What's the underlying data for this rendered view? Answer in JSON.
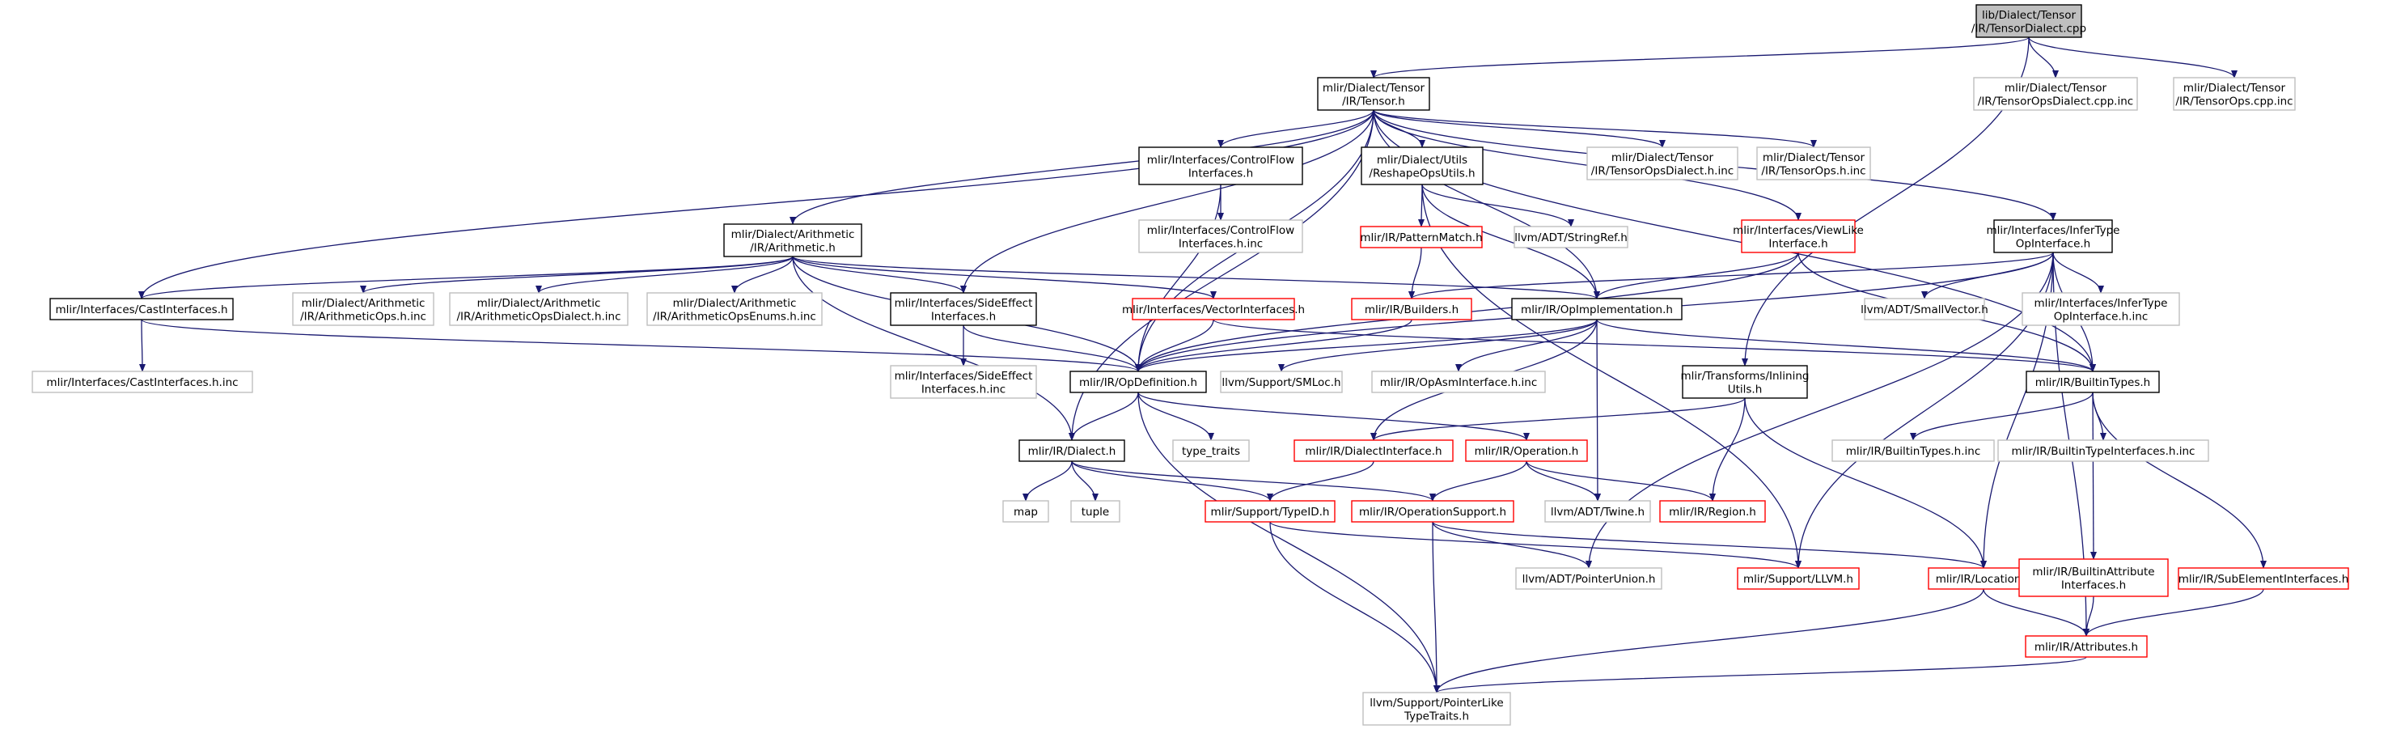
{
  "styles": {
    "root": {
      "fill": "#bfbfbf",
      "stroke": "#000000"
    },
    "normal": {
      "fill": "#ffffff",
      "stroke": "#000000"
    },
    "red": {
      "fill": "#ffffff",
      "stroke": "#ff0000"
    },
    "gray": {
      "fill": "#ffffff",
      "stroke": "#bfbfbf"
    },
    "edge_color": "#191970"
  },
  "nodes": [
    {
      "id": "root",
      "lines": [
        "lib/Dialect/Tensor",
        "/IR/TensorDialect.cpp"
      ],
      "style": "root"
    },
    {
      "id": "tensor_h",
      "lines": [
        "mlir/Dialect/Tensor",
        "/IR/Tensor.h"
      ],
      "style": "normal"
    },
    {
      "id": "opsdialect_cpp",
      "lines": [
        "mlir/Dialect/Tensor",
        "/IR/TensorOpsDialect.cpp.inc"
      ],
      "style": "gray"
    },
    {
      "id": "ops_cpp",
      "lines": [
        "mlir/Dialect/Tensor",
        "/IR/TensorOps.cpp.inc"
      ],
      "style": "gray"
    },
    {
      "id": "cfi_h",
      "lines": [
        "mlir/Interfaces/ControlFlow",
        "Interfaces.h"
      ],
      "style": "normal"
    },
    {
      "id": "reshape",
      "lines": [
        "mlir/Dialect/Utils",
        "/ReshapeOpsUtils.h"
      ],
      "style": "normal"
    },
    {
      "id": "tensordialect_inc",
      "lines": [
        "mlir/Dialect/Tensor",
        "/IR/TensorOpsDialect.h.inc"
      ],
      "style": "gray"
    },
    {
      "id": "tensorops_inc",
      "lines": [
        "mlir/Dialect/Tensor",
        "/IR/TensorOps.h.inc"
      ],
      "style": "gray"
    },
    {
      "id": "cfi_inc",
      "lines": [
        "mlir/Interfaces/ControlFlow",
        "Interfaces.h.inc"
      ],
      "style": "gray"
    },
    {
      "id": "patternmatch",
      "lines": [
        "mlir/IR/PatternMatch.h"
      ],
      "style": "red"
    },
    {
      "id": "stringref",
      "lines": [
        "llvm/ADT/StringRef.h"
      ],
      "style": "gray"
    },
    {
      "id": "viewlike",
      "lines": [
        "mlir/Interfaces/ViewLike",
        "Interface.h"
      ],
      "style": "red"
    },
    {
      "id": "infertype",
      "lines": [
        "mlir/Interfaces/InferType",
        "OpInterface.h"
      ],
      "style": "normal"
    },
    {
      "id": "arith_h",
      "lines": [
        "mlir/Dialect/Arithmetic",
        "/IR/Arithmetic.h"
      ],
      "style": "normal"
    },
    {
      "id": "castif",
      "lines": [
        "mlir/Interfaces/CastInterfaces.h"
      ],
      "style": "normal"
    },
    {
      "id": "arithops_inc",
      "lines": [
        "mlir/Dialect/Arithmetic",
        "/IR/ArithmeticOps.h.inc"
      ],
      "style": "gray"
    },
    {
      "id": "arithdialect_inc",
      "lines": [
        "mlir/Dialect/Arithmetic",
        "/IR/ArithmeticOpsDialect.h.inc"
      ],
      "style": "gray"
    },
    {
      "id": "arithenums_inc",
      "lines": [
        "mlir/Dialect/Arithmetic",
        "/IR/ArithmeticOpsEnums.h.inc"
      ],
      "style": "gray"
    },
    {
      "id": "sideeffect",
      "lines": [
        "mlir/Interfaces/SideEffect",
        "Interfaces.h"
      ],
      "style": "normal"
    },
    {
      "id": "vectorif",
      "lines": [
        "mlir/Interfaces/VectorInterfaces.h"
      ],
      "style": "red"
    },
    {
      "id": "builders",
      "lines": [
        "mlir/IR/Builders.h"
      ],
      "style": "red"
    },
    {
      "id": "opimpl",
      "lines": [
        "mlir/IR/OpImplementation.h"
      ],
      "style": "normal"
    },
    {
      "id": "smallvector",
      "lines": [
        "llvm/ADT/SmallVector.h"
      ],
      "style": "gray"
    },
    {
      "id": "infertype_inc",
      "lines": [
        "mlir/Interfaces/InferType",
        "OpInterface.h.inc"
      ],
      "style": "gray"
    },
    {
      "id": "castif_inc",
      "lines": [
        "mlir/Interfaces/CastInterfaces.h.inc"
      ],
      "style": "gray"
    },
    {
      "id": "sideeffect_inc",
      "lines": [
        "mlir/Interfaces/SideEffect",
        "Interfaces.h.inc"
      ],
      "style": "gray"
    },
    {
      "id": "opdef",
      "lines": [
        "mlir/IR/OpDefinition.h"
      ],
      "style": "normal"
    },
    {
      "id": "smloc",
      "lines": [
        "llvm/Support/SMLoc.h"
      ],
      "style": "gray"
    },
    {
      "id": "opasm_inc",
      "lines": [
        "mlir/IR/OpAsmInterface.h.inc"
      ],
      "style": "gray"
    },
    {
      "id": "inlining",
      "lines": [
        "mlir/Transforms/Inlining",
        "Utils.h"
      ],
      "style": "normal"
    },
    {
      "id": "builtintypes",
      "lines": [
        "mlir/IR/BuiltinTypes.h"
      ],
      "style": "normal"
    },
    {
      "id": "dialect_h",
      "lines": [
        "mlir/IR/Dialect.h"
      ],
      "style": "normal"
    },
    {
      "id": "typetraits",
      "lines": [
        "type_traits"
      ],
      "style": "gray"
    },
    {
      "id": "dialectif",
      "lines": [
        "mlir/IR/DialectInterface.h"
      ],
      "style": "red"
    },
    {
      "id": "operation",
      "lines": [
        "mlir/IR/Operation.h"
      ],
      "style": "red"
    },
    {
      "id": "builtintypes_inc",
      "lines": [
        "mlir/IR/BuiltinTypes.h.inc"
      ],
      "style": "gray"
    },
    {
      "id": "builtintypeif_inc",
      "lines": [
        "mlir/IR/BuiltinTypeInterfaces.h.inc"
      ],
      "style": "gray"
    },
    {
      "id": "map",
      "lines": [
        "map"
      ],
      "style": "gray"
    },
    {
      "id": "tuple",
      "lines": [
        "tuple"
      ],
      "style": "gray"
    },
    {
      "id": "typeid",
      "lines": [
        "mlir/Support/TypeID.h"
      ],
      "style": "red"
    },
    {
      "id": "opsupport",
      "lines": [
        "mlir/IR/OperationSupport.h"
      ],
      "style": "red"
    },
    {
      "id": "twine",
      "lines": [
        "llvm/ADT/Twine.h"
      ],
      "style": "gray"
    },
    {
      "id": "region",
      "lines": [
        "mlir/IR/Region.h"
      ],
      "style": "red"
    },
    {
      "id": "pointerunion",
      "lines": [
        "llvm/ADT/PointerUnion.h"
      ],
      "style": "gray"
    },
    {
      "id": "llvm_h",
      "lines": [
        "mlir/Support/LLVM.h"
      ],
      "style": "red"
    },
    {
      "id": "location",
      "lines": [
        "mlir/IR/Location.h"
      ],
      "style": "red"
    },
    {
      "id": "builtinattrif",
      "lines": [
        "mlir/IR/BuiltinAttribute",
        "Interfaces.h"
      ],
      "style": "red"
    },
    {
      "id": "subelemif",
      "lines": [
        "mlir/IR/SubElementInterfaces.h"
      ],
      "style": "red"
    },
    {
      "id": "attributes",
      "lines": [
        "mlir/IR/Attributes.h"
      ],
      "style": "red"
    },
    {
      "id": "pointerlike",
      "lines": [
        "llvm/Support/PointerLike",
        "TypeTraits.h"
      ],
      "style": "gray"
    }
  ],
  "edges": [
    [
      "root",
      "tensor_h"
    ],
    [
      "root",
      "opsdialect_cpp"
    ],
    [
      "root",
      "ops_cpp"
    ],
    [
      "root",
      "inlining"
    ],
    [
      "tensor_h",
      "cfi_h"
    ],
    [
      "tensor_h",
      "reshape"
    ],
    [
      "tensor_h",
      "tensordialect_inc"
    ],
    [
      "tensor_h",
      "tensorops_inc"
    ],
    [
      "tensor_h",
      "arith_h"
    ],
    [
      "tensor_h",
      "castif"
    ],
    [
      "tensor_h",
      "dialect_h"
    ],
    [
      "tensor_h",
      "opdef"
    ],
    [
      "tensor_h",
      "opimpl"
    ],
    [
      "tensor_h",
      "infertype"
    ],
    [
      "tensor_h",
      "sideeffect"
    ],
    [
      "tensor_h",
      "builtintypes"
    ],
    [
      "tensor_h",
      "viewlike"
    ],
    [
      "cfi_h",
      "cfi_inc"
    ],
    [
      "cfi_h",
      "opdef"
    ],
    [
      "reshape",
      "patternmatch"
    ],
    [
      "reshape",
      "stringref"
    ],
    [
      "reshape",
      "opimpl"
    ],
    [
      "reshape",
      "llvm_h"
    ],
    [
      "patternmatch",
      "builders"
    ],
    [
      "viewlike",
      "opdef"
    ],
    [
      "viewlike",
      "builtintypes"
    ],
    [
      "viewlike",
      "opimpl"
    ],
    [
      "infertype",
      "builders"
    ],
    [
      "infertype",
      "builtintypes"
    ],
    [
      "infertype",
      "smallvector"
    ],
    [
      "infertype",
      "infertype_inc"
    ],
    [
      "infertype",
      "opdef"
    ],
    [
      "infertype",
      "attributes"
    ],
    [
      "infertype",
      "location"
    ],
    [
      "infertype",
      "llvm_h"
    ],
    [
      "infertype",
      "pointerunion"
    ],
    [
      "arith_h",
      "castif"
    ],
    [
      "arith_h",
      "arithops_inc"
    ],
    [
      "arith_h",
      "arithdialect_inc"
    ],
    [
      "arith_h",
      "arithenums_inc"
    ],
    [
      "arith_h",
      "sideeffect"
    ],
    [
      "arith_h",
      "vectorif"
    ],
    [
      "arith_h",
      "opimpl"
    ],
    [
      "arith_h",
      "opdef"
    ],
    [
      "arith_h",
      "dialect_h"
    ],
    [
      "castif",
      "castif_inc"
    ],
    [
      "castif",
      "opdef"
    ],
    [
      "sideeffect",
      "sideeffect_inc"
    ],
    [
      "sideeffect",
      "opdef"
    ],
    [
      "vectorif",
      "opdef"
    ],
    [
      "vectorif",
      "builtintypes"
    ],
    [
      "builders",
      "opdef"
    ],
    [
      "opimpl",
      "opdef"
    ],
    [
      "opimpl",
      "smloc"
    ],
    [
      "opimpl",
      "opasm_inc"
    ],
    [
      "opimpl",
      "builtintypes"
    ],
    [
      "opimpl",
      "dialectif"
    ],
    [
      "opimpl",
      "twine"
    ],
    [
      "opdef",
      "dialect_h"
    ],
    [
      "opdef",
      "typetraits"
    ],
    [
      "opdef",
      "operation"
    ],
    [
      "opdef",
      "pointerlike"
    ],
    [
      "inlining",
      "dialectif"
    ],
    [
      "inlining",
      "region"
    ],
    [
      "inlining",
      "location"
    ],
    [
      "builtintypes",
      "builtintypes_inc"
    ],
    [
      "builtintypes",
      "builtintypeif_inc"
    ],
    [
      "builtintypes",
      "builtinattrif"
    ],
    [
      "builtintypes",
      "subelemif"
    ],
    [
      "dialect_h",
      "map"
    ],
    [
      "dialect_h",
      "tuple"
    ],
    [
      "dialect_h",
      "typeid"
    ],
    [
      "dialect_h",
      "opsupport"
    ],
    [
      "dialectif",
      "typeid"
    ],
    [
      "operation",
      "opsupport"
    ],
    [
      "operation",
      "twine"
    ],
    [
      "operation",
      "region"
    ],
    [
      "typeid",
      "llvm_h"
    ],
    [
      "typeid",
      "pointerlike"
    ],
    [
      "opsupport",
      "pointerunion"
    ],
    [
      "opsupport",
      "location"
    ],
    [
      "opsupport",
      "pointerlike"
    ],
    [
      "location",
      "attributes"
    ],
    [
      "location",
      "pointerlike"
    ],
    [
      "builtinattrif",
      "attributes"
    ],
    [
      "subelemif",
      "attributes"
    ],
    [
      "attributes",
      "pointerlike"
    ]
  ]
}
